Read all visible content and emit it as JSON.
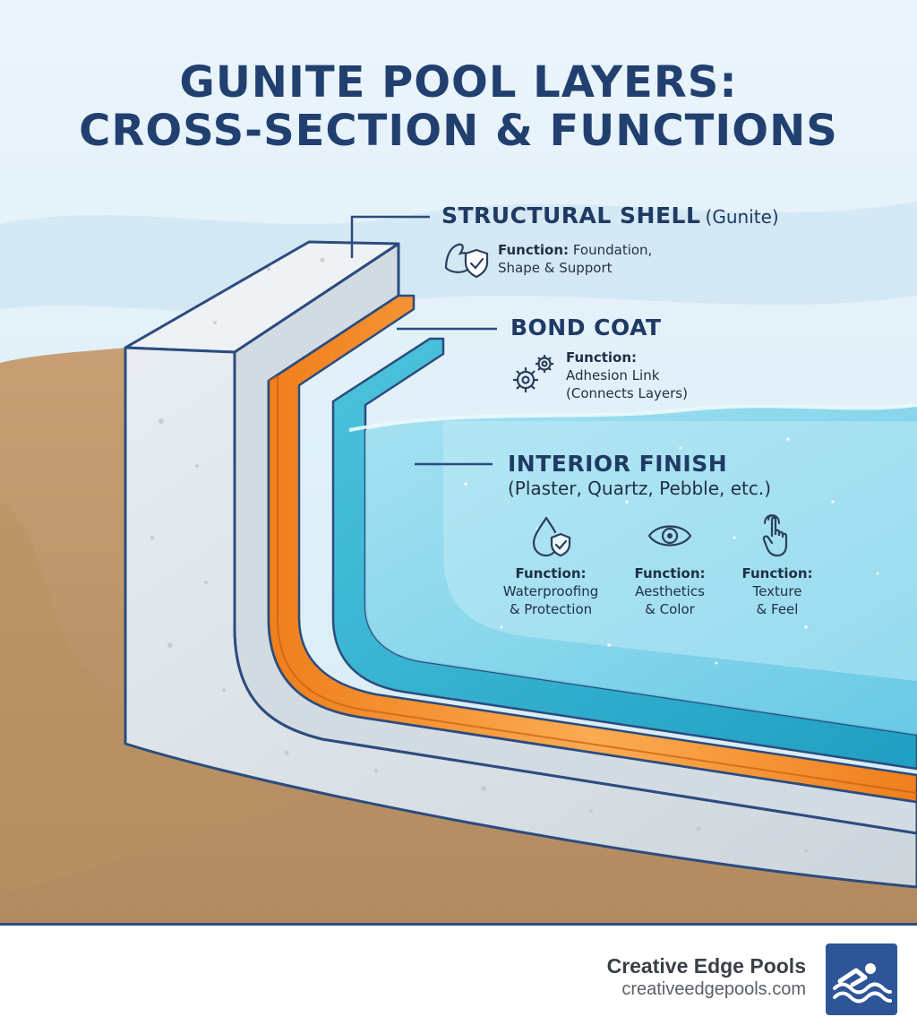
{
  "title": {
    "line1": "GUNITE POOL LAYERS:",
    "line2": "CROSS-SECTION & FUNCTIONS"
  },
  "layers": {
    "shell": {
      "name": "STRUCTURAL SHELL",
      "sub": "(Gunite)",
      "function_label": "Function:",
      "function_text_1": "Foundation,",
      "function_text_2": "Shape & Support",
      "icon": "strength-shield-icon"
    },
    "bond": {
      "name": "BOND COAT",
      "function_label": "Function:",
      "function_text_1": "Adhesion Link",
      "function_text_2": "(Connects Layers)",
      "icon": "gears-icon"
    },
    "finish": {
      "name": "INTERIOR FINISH",
      "sub": "(Plaster, Quartz, Pebble, etc.)",
      "functions": [
        {
          "label": "Function:",
          "line1": "Waterproofing",
          "line2": "& Protection",
          "icon": "water-drop-shield-icon"
        },
        {
          "label": "Function:",
          "line1": "Aesthetics",
          "line2": "& Color",
          "icon": "eye-icon"
        },
        {
          "label": "Function:",
          "line1": "Texture",
          "line2": "& Feel",
          "icon": "touch-hand-icon"
        }
      ]
    }
  },
  "colors": {
    "shell": "#dfe5ea",
    "bond": "#f7922e",
    "finish": "#3fb7d1",
    "water": "#7fd3ea",
    "soil": "#c9a37a",
    "outline": "#2b4c7e",
    "title": "#22406f"
  },
  "footer": {
    "brand": "Creative Edge Pools",
    "url": "creativeedgepools.com",
    "logo_icon": "swimmer-wave-icon"
  }
}
